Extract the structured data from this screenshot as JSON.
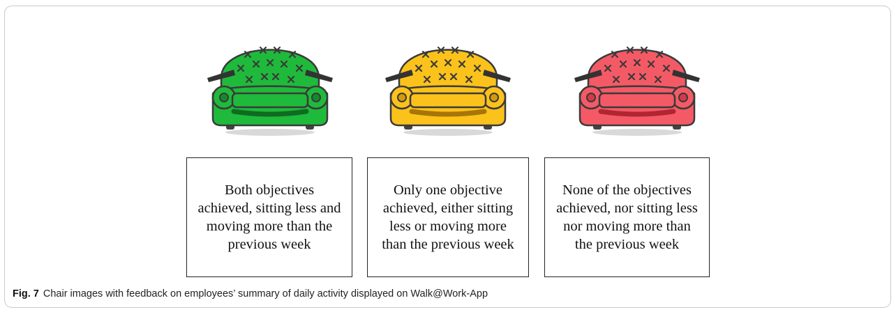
{
  "chairs": [
    {
      "status": "both-objectives",
      "body": "#1fba3b",
      "dark": "#148a2b",
      "stripe": "#0f6b22"
    },
    {
      "status": "one-objective",
      "body": "#fbc21c",
      "dark": "#d49a0c",
      "stripe": "#a87508"
    },
    {
      "status": "no-objective",
      "body": "#f45a66",
      "dark": "#d23a48",
      "stripe": "#b22533"
    }
  ],
  "boxes": [
    {
      "text": "Both objectives achieved, sitting less and moving more than the previous week"
    },
    {
      "text": "Only one objective achieved, either sitting less or moving more than the previous week"
    },
    {
      "text": "None of the objectives achieved, nor sitting less nor moving more than the previous week"
    }
  ],
  "caption": {
    "label": "Fig. 7",
    "text": "Chair images with feedback on employees’ summary of daily activity displayed on Walk@Work-App"
  }
}
